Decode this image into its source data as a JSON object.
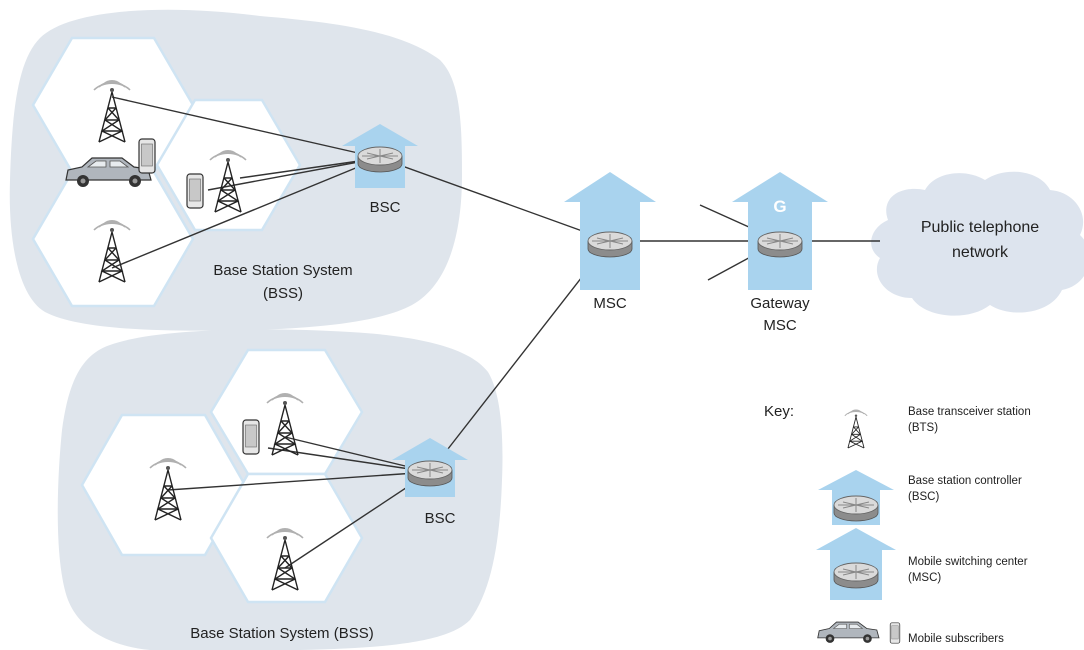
{
  "colors": {
    "bss_cloud": "#dfe5ec",
    "pstn_cloud": "#dde4ee",
    "house_fill": "#a9d3ee",
    "hex_fill": "#ffffff",
    "hex_stroke": "#cfe4f3",
    "link": "#333333",
    "router_top": "#d8d8d8",
    "router_side": "#8a8a8a"
  },
  "labels": {
    "bss_top": "Base Station System",
    "bss_top_abbr": "(BSS)",
    "bss_bottom": "Base Station System (BSS)",
    "bsc_top": "BSC",
    "bsc_bottom": "BSC",
    "msc": "MSC",
    "gateway_line1": "Gateway",
    "gateway_line2": "MSC",
    "gateway_badge": "G",
    "pstn_line1": "Public telephone",
    "pstn_line2": "network"
  },
  "key": {
    "title": "Key:",
    "bts_line1": "Base transceiver station",
    "bts_line2": "(BTS)",
    "bsc_line1": "Base station controller",
    "bsc_line2": "(BSC)",
    "msc_line1": "Mobile switching center",
    "msc_line2": "(MSC)",
    "subscribers": "Mobile subscribers"
  },
  "icons": [
    "tower-icon",
    "router-icon",
    "house-icon",
    "car-icon",
    "phone-icon",
    "signal-icon"
  ]
}
